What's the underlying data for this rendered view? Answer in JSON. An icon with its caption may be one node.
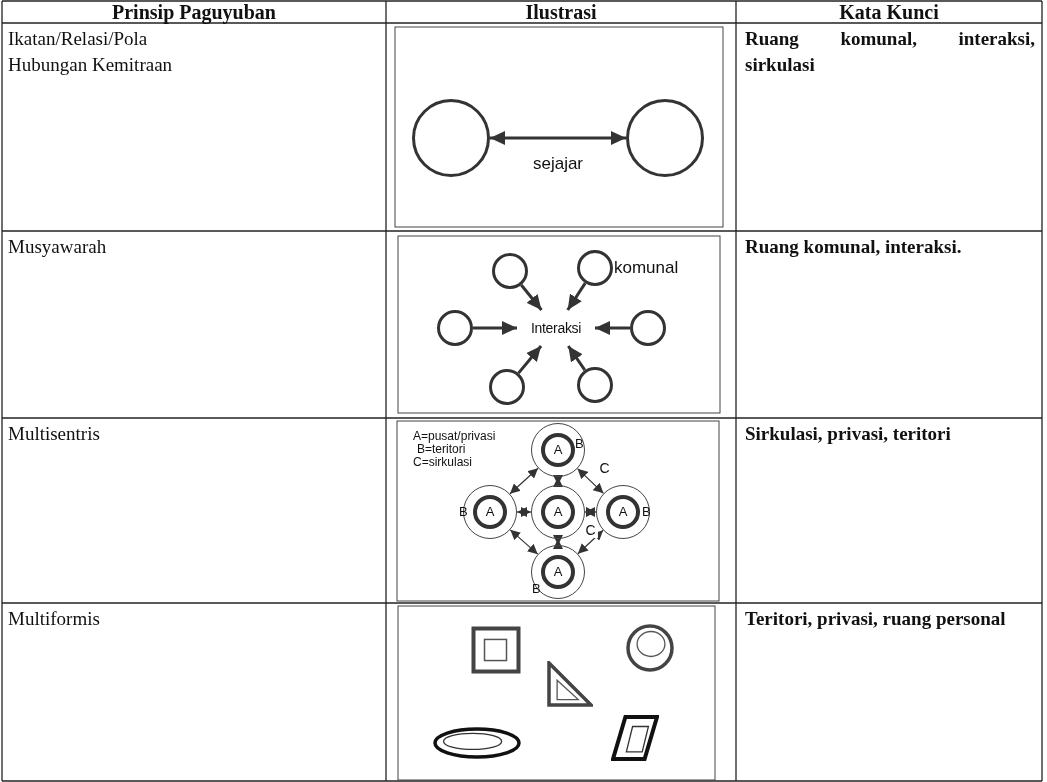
{
  "diagram": {
    "nodes": [
      {
        "text": [],
        "shape": "circle"
      },
      {
        "text": [],
        "shape": "circle"
      },
      {
        "text": [],
        "shape": "circle"
      },
      {
        "text": [],
        "shape": "circle",
        "beside": [
          "komunal"
        ]
      },
      {
        "text": [],
        "shape": "circle"
      },
      {
        "text": [
          "Interaksi"
        ]
      },
      {
        "text": [],
        "shape": "circle"
      },
      {
        "text": [],
        "shape": "circle"
      },
      {
        "text": [],
        "shape": "circle"
      },
      {
        "text": [
          "A",
          "B"
        ]
      },
      {
        "text": [
          "B",
          "A"
        ]
      },
      {
        "text": [
          "A"
        ]
      },
      {
        "text": [
          "A",
          "B"
        ]
      },
      {
        "text": [
          "A",
          "B"
        ]
      },
      {
        "text": [],
        "shape": "box"
      },
      {
        "text": [],
        "shape": "circle"
      },
      {
        "text": [],
        "shape": "triangle"
      },
      {
        "text": [],
        "shape": "ellipse"
      },
      {
        "text": [],
        "shape": "parallelogram"
      }
    ],
    "edges": [
      {
        "from": 0,
        "to": 1,
        "arrow": "both",
        "label": "sejajar",
        "style": "thick"
      },
      {
        "from": 2,
        "to": 5,
        "arrow": "to",
        "style": "thick"
      },
      {
        "from": 3,
        "to": 5,
        "arrow": "to",
        "style": "thick"
      },
      {
        "from": 4,
        "to": 5,
        "arrow": "to",
        "style": "thick"
      },
      {
        "from": 6,
        "to": 5,
        "arrow": "to",
        "style": "thick"
      },
      {
        "from": 7,
        "to": 5,
        "arrow": "to",
        "style": "thick"
      },
      {
        "from": 8,
        "to": 5,
        "arrow": "to",
        "style": "thick"
      },
      {
        "from": 9,
        "to": 10,
        "arrow": "both"
      },
      {
        "from": 9,
        "to": 12,
        "arrow": "both",
        "label": "C"
      },
      {
        "from": 9,
        "to": 11,
        "arrow": "both"
      },
      {
        "from": 10,
        "to": 11,
        "arrow": "both"
      },
      {
        "from": 11,
        "to": 12,
        "arrow": "both",
        "label": "C"
      },
      {
        "from": 10,
        "to": 13,
        "arrow": "both"
      },
      {
        "from": 12,
        "to": 13,
        "arrow": "both"
      },
      {
        "from": 11,
        "to": 13,
        "arrow": "both"
      }
    ],
    "labels": [
      "Prinsip Paguyuban",
      "Ilustrasi",
      "Kata Kunci",
      "Ikatan/Relasi/Pola Hubungan Kemitraan",
      "Ruang komunal, interaksi, sirkulasi",
      "Musyawarah",
      "Ruang komunal, interaksi.",
      "Multisentris",
      "A=pusat/privasi",
      "B=teritori",
      "C=sirkulasi",
      "Sirkulasi, privasi, teritori",
      "Multiformis",
      "Teritori, privasi, ruang personal"
    ]
  }
}
